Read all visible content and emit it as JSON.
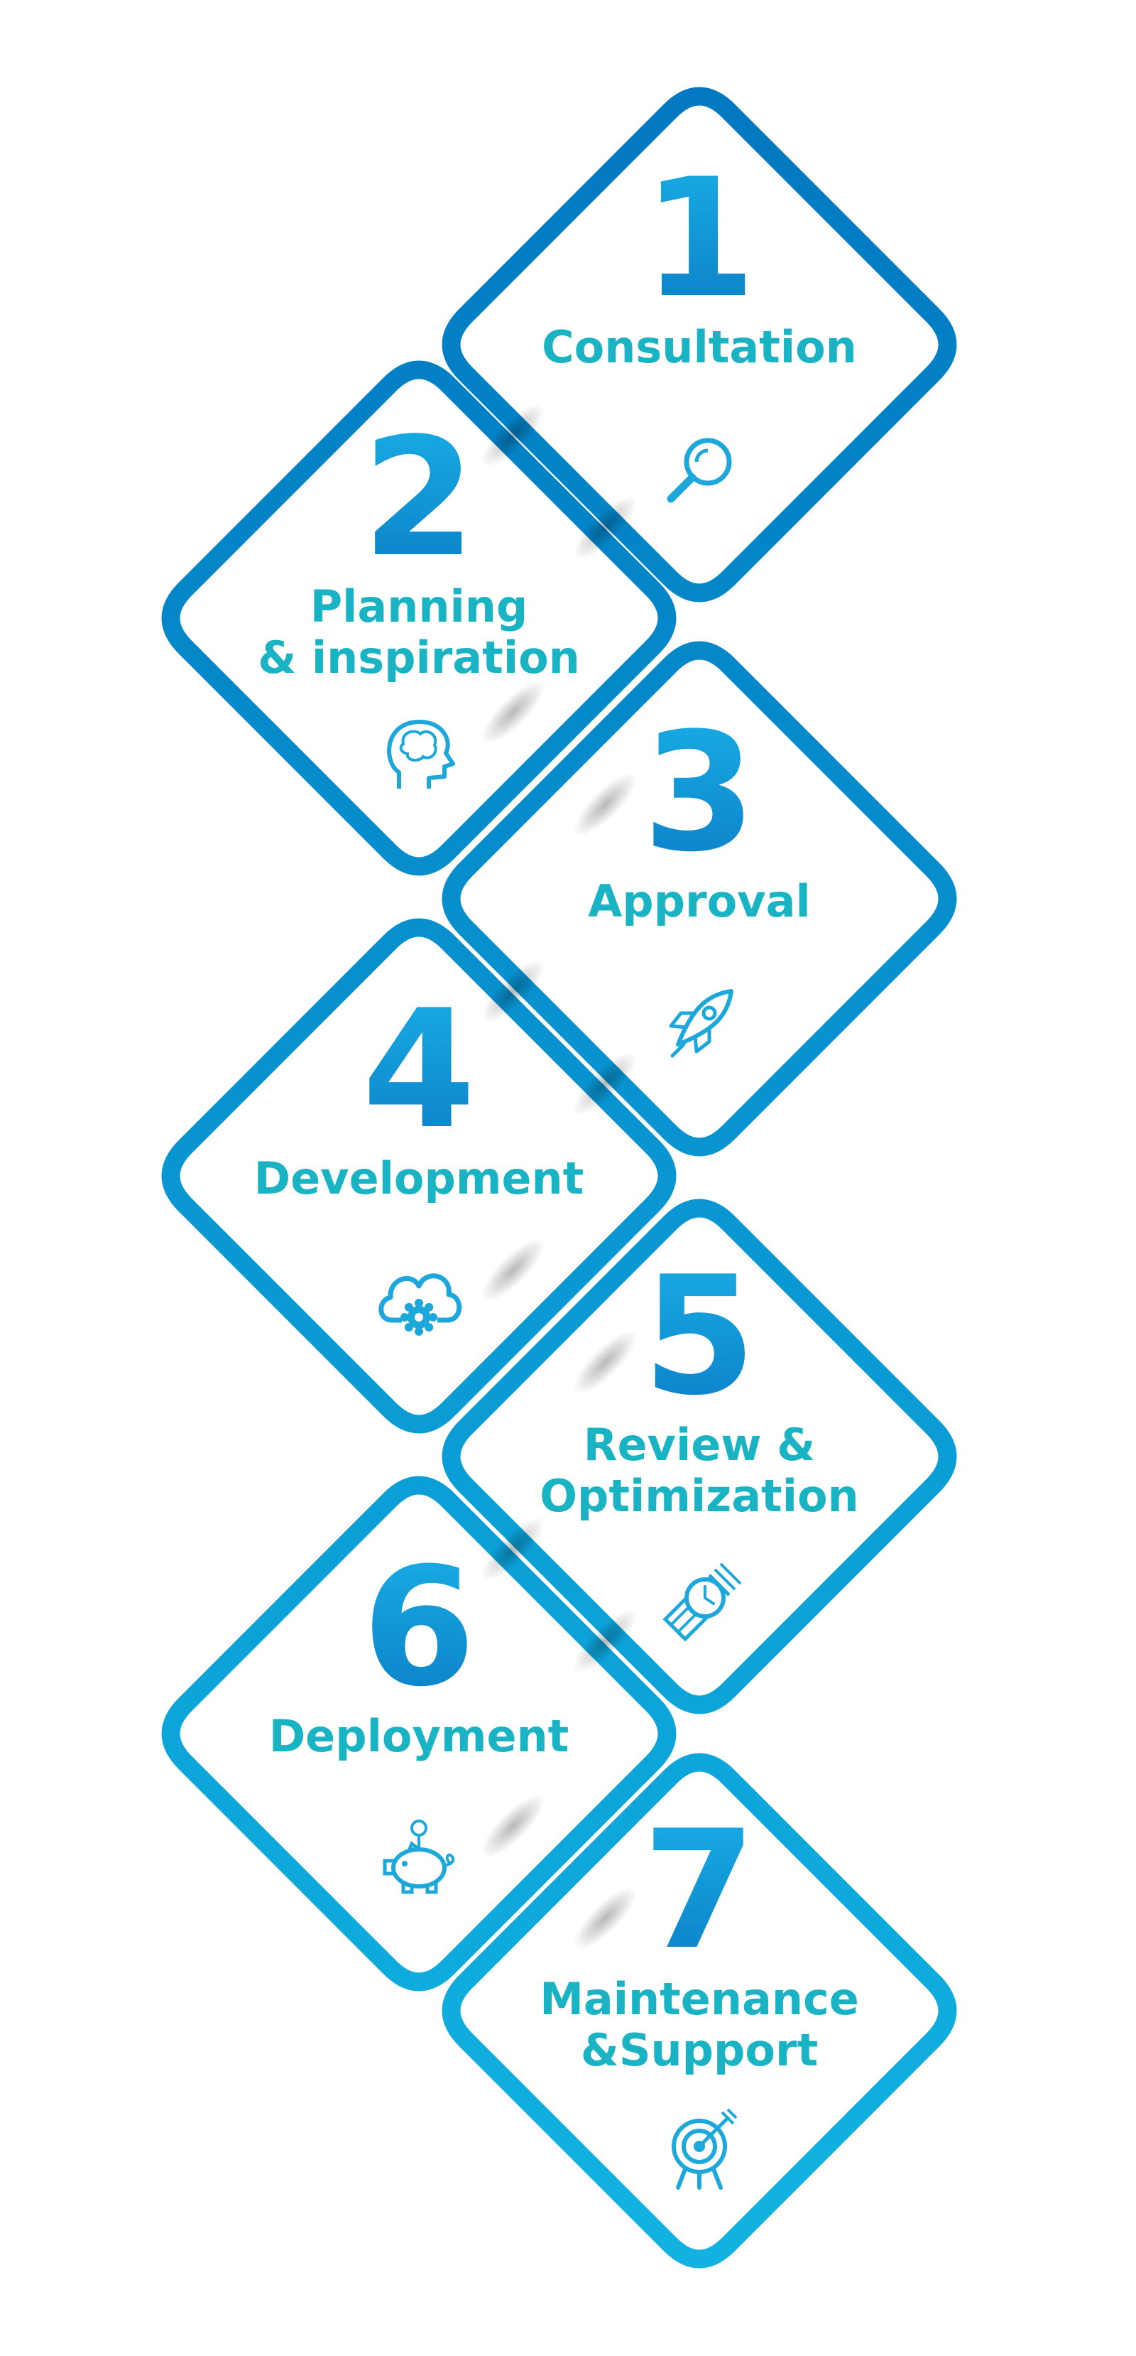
{
  "colors": {
    "frame_top": "#0076C0",
    "frame_bottom": "#12B5E2",
    "number": "#0A8FD4",
    "label": "#19B3C4",
    "icon": "#1EA7DB",
    "background": "#FFFFFF"
  },
  "steps": [
    {
      "number": "1",
      "label_lines": [
        "Consultation"
      ],
      "icon": "magnifier-icon"
    },
    {
      "number": "2",
      "label_lines": [
        "Planning",
        "& inspiration"
      ],
      "icon": "brain-head-icon"
    },
    {
      "number": "3",
      "label_lines": [
        "Approval"
      ],
      "icon": "rocket-icon"
    },
    {
      "number": "4",
      "label_lines": [
        "Development"
      ],
      "icon": "cloud-gear-icon"
    },
    {
      "number": "5",
      "label_lines": [
        "Review &",
        "Optimization"
      ],
      "icon": "watch-icon"
    },
    {
      "number": "6",
      "label_lines": [
        "Deployment"
      ],
      "icon": "piggy-bank-icon"
    },
    {
      "number": "7",
      "label_lines": [
        "Maintenance",
        "&Support"
      ],
      "icon": "target-icon"
    }
  ]
}
